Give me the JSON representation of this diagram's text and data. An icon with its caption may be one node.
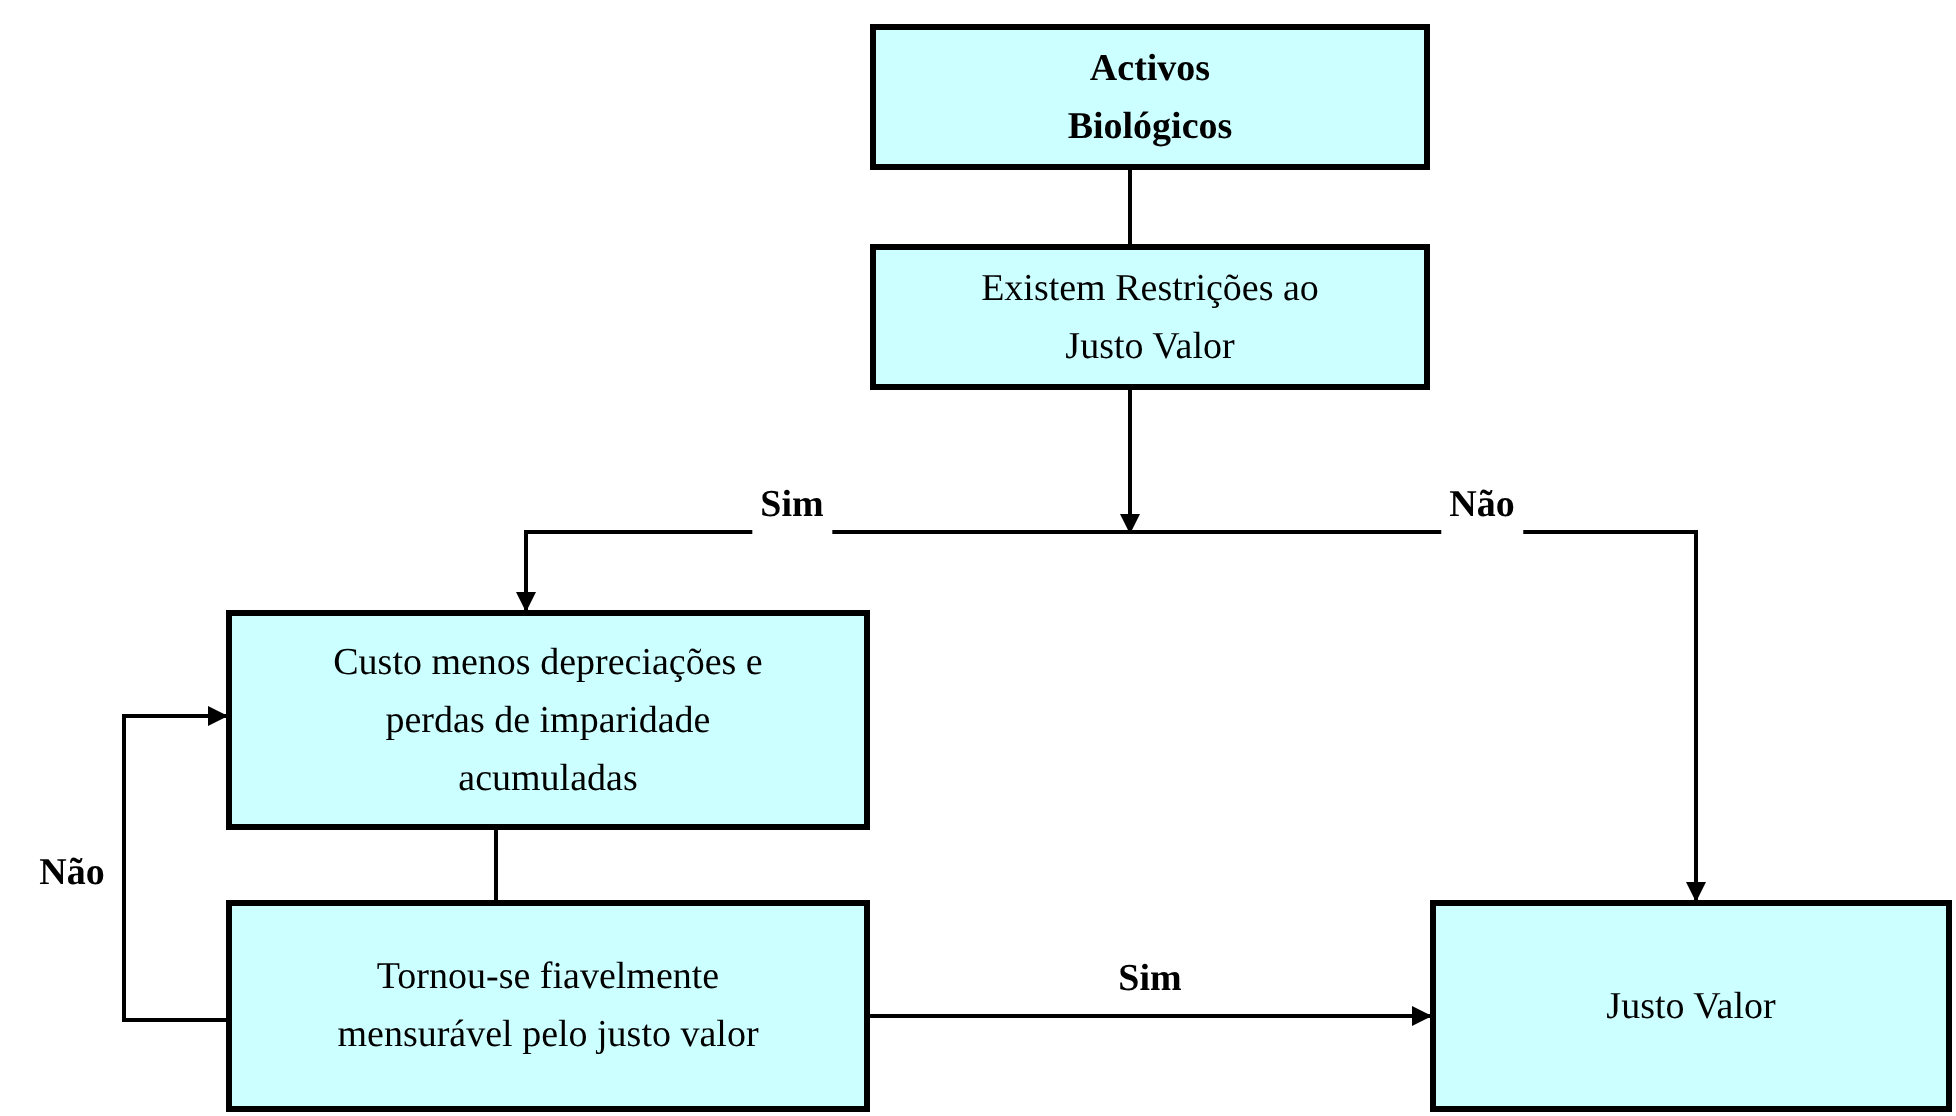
{
  "diagram": {
    "nodes": [
      {
        "text": [
          "Activos Biológicos"
        ]
      },
      {
        "text": [
          "Existem Restrições ao Justo Valor"
        ]
      },
      {
        "text": [
          "Custo menos depreciações e perdas de imparidade acumuladas"
        ]
      },
      {
        "text": [
          "Tornou-se fiavelmente mensurável pelo justo valor"
        ]
      },
      {
        "text": [
          "Justo Valor"
        ]
      }
    ],
    "edges": [
      {
        "from": 0,
        "to": 1,
        "arrow": "none"
      },
      {
        "from": 1,
        "to": 2,
        "arrow": "to",
        "label": "Sim"
      },
      {
        "from": 1,
        "to": 4,
        "arrow": "to",
        "label": "Não"
      },
      {
        "from": 2,
        "to": 3,
        "arrow": "none"
      },
      {
        "from": 3,
        "to": 2,
        "arrow": "to",
        "label": "Não"
      },
      {
        "from": 3,
        "to": 4,
        "arrow": "to",
        "label": "Sim"
      }
    ]
  }
}
